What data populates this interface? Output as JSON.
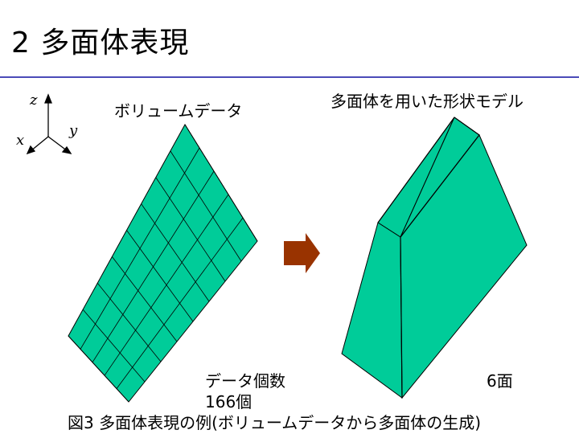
{
  "slide": {
    "title": "2  多面体表現"
  },
  "axes": {
    "z": "z",
    "y": "y",
    "x": "x"
  },
  "labels": {
    "voxel_heading": "ボリュームデータ",
    "model_heading": "多面体を用いた形状モデル",
    "data_count_label": "データ個数",
    "data_count_value": "166個",
    "face_count": "6面",
    "caption": "図3  多面体表現の例(ボリュームデータから多面体の生成)"
  },
  "colors": {
    "face": "#00cc99",
    "face_dark": "#00a37a",
    "arrow": "#993300",
    "rule": "#4a4ab8"
  }
}
